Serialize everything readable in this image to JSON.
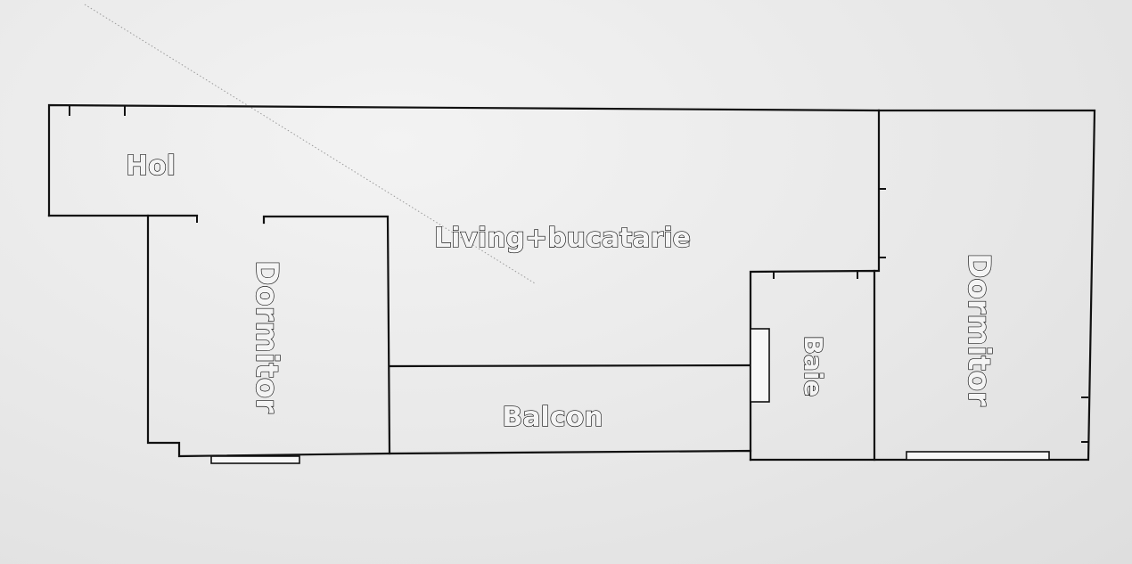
{
  "rooms": {
    "hol": "Hol",
    "living": "Living+bucatarie",
    "bedroom_left": "Dormitor",
    "balcony": "Balcon",
    "bathroom": "Baie",
    "bedroom_right": "Dormitor"
  }
}
